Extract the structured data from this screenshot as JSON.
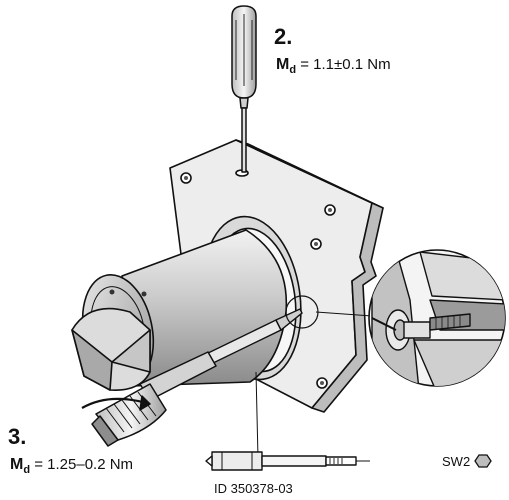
{
  "step2": {
    "number": "2.",
    "symbol": "M",
    "subscript": "d",
    "value": "= 1.1±0.1 Nm"
  },
  "step3": {
    "number": "3.",
    "symbol": "M",
    "subscript": "d",
    "value": "= 1.25–0.2 Nm"
  },
  "bit": {
    "id_label": "ID 350378-03",
    "size_label": "SW2",
    "size_icon": "hexagon-icon"
  },
  "colors": {
    "line": "#111111",
    "shade_light": "#e6e6e6",
    "shade_mid": "#bdbdbd",
    "shade_dark": "#7a7a7a"
  }
}
